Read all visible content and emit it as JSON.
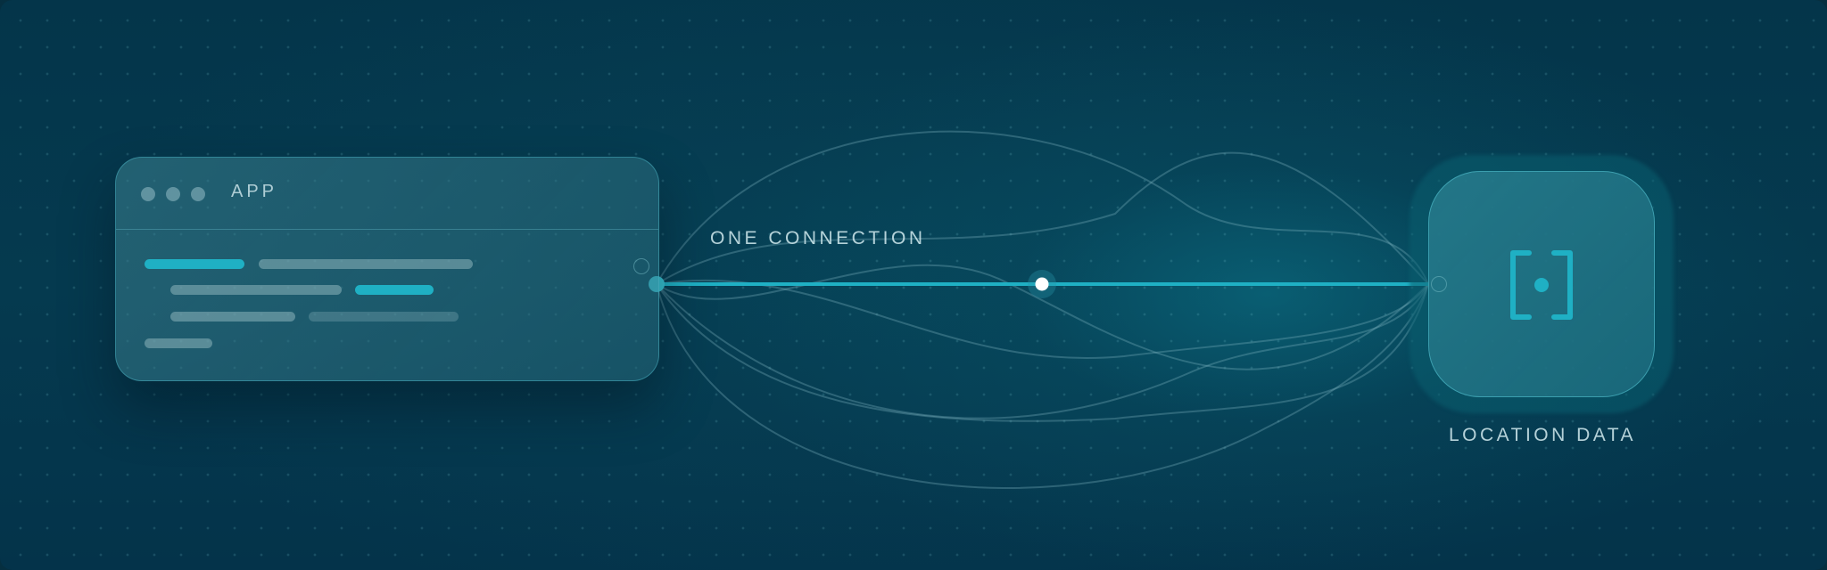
{
  "app": {
    "title": "APP"
  },
  "connection": {
    "label": "ONE CONNECTION"
  },
  "destination": {
    "label": "LOCATION DATA",
    "icon": "location-bracket-icon"
  },
  "colors": {
    "background": "#053a4f",
    "accent": "#1fb0c4",
    "accent_light": "#39c6d6",
    "line_muted": "#6aa6b2",
    "node_white": "#ffffff"
  }
}
